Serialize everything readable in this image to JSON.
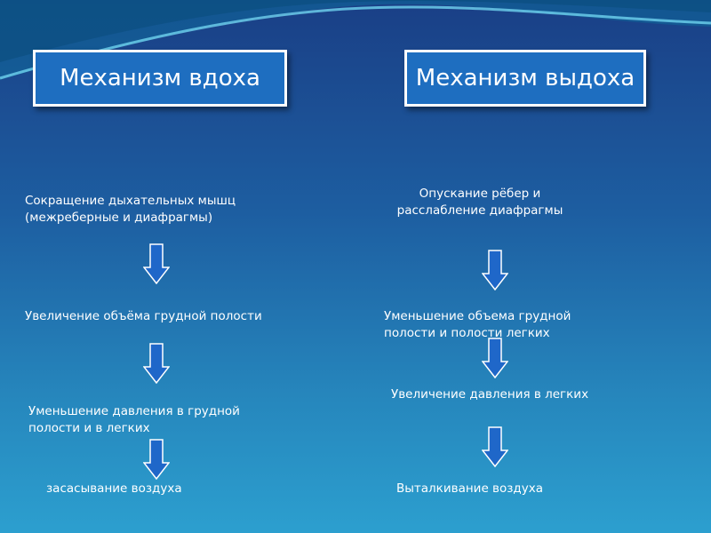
{
  "colors": {
    "background_top": "#1a3f86",
    "background_bottom": "#2c9fcf",
    "title_box": "#1e6ec0",
    "arrow_fill": "#1f67c9",
    "text": "#ffffff"
  },
  "left": {
    "title": "Механизм вдоха",
    "steps": [
      "Сокращение дыхательных мышц\n(межреберные и диафрагмы)",
      "Увеличение объёма грудной полости",
      "Уменьшение давления в грудной\nполости и в легких",
      "засасывание воздуха"
    ]
  },
  "right": {
    "title": "Механизм выдоха",
    "steps": [
      "Опускание рёбер и\nрасслабление диафрагмы",
      "Уменьшение объема грудной\nполости и полости легких",
      "Увеличение давления в легких",
      "Выталкивание воздуха"
    ]
  },
  "icons": {
    "arrow": "down-arrow-icon"
  }
}
